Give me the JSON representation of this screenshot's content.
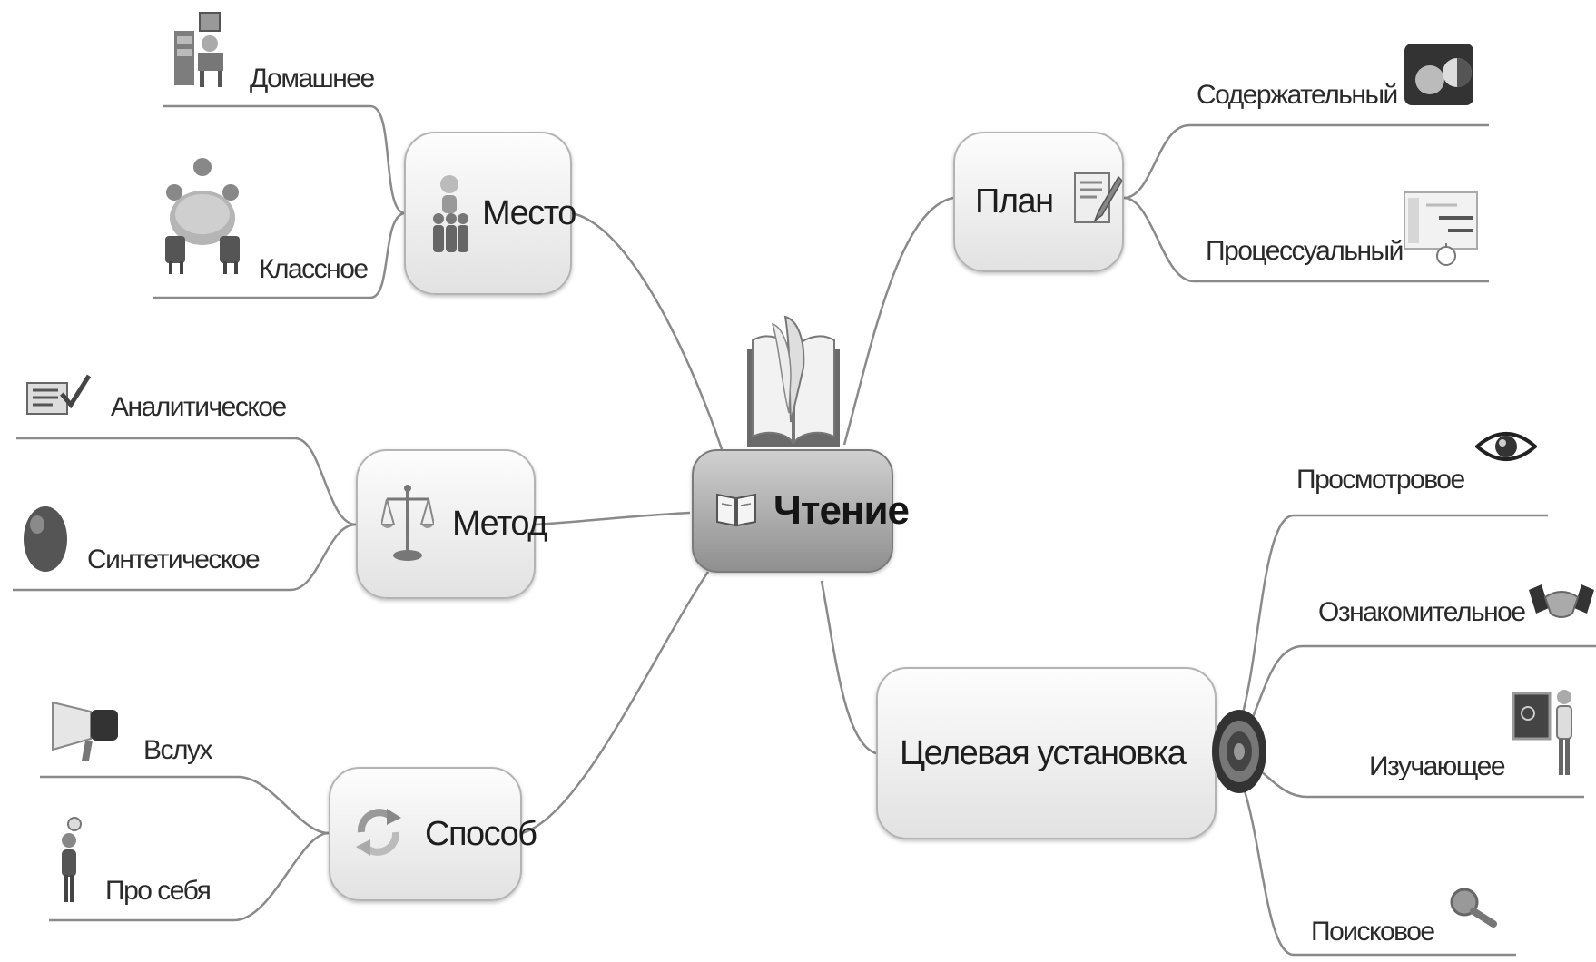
{
  "central": {
    "label": "Чтение"
  },
  "branches": {
    "place": {
      "label": "Место",
      "children": [
        "Домашнее",
        "Классное"
      ]
    },
    "method": {
      "label": "Метод",
      "children": [
        "Аналитическое",
        "Синтетическое"
      ]
    },
    "mode": {
      "label": "Способ",
      "children": [
        "Вслух",
        "Про себя"
      ]
    },
    "plan": {
      "label": "План",
      "children": [
        "Содержательный",
        "Процессуальный"
      ]
    },
    "goal": {
      "label": "Целевая установка",
      "children": [
        "Просмотровое",
        "Ознакомительное",
        "Изучающее",
        "Поисковое"
      ]
    }
  },
  "colors": {
    "line": "#8a8a8a",
    "node_border": "#b3b3b3",
    "central_fill": "#a8a8a8"
  }
}
